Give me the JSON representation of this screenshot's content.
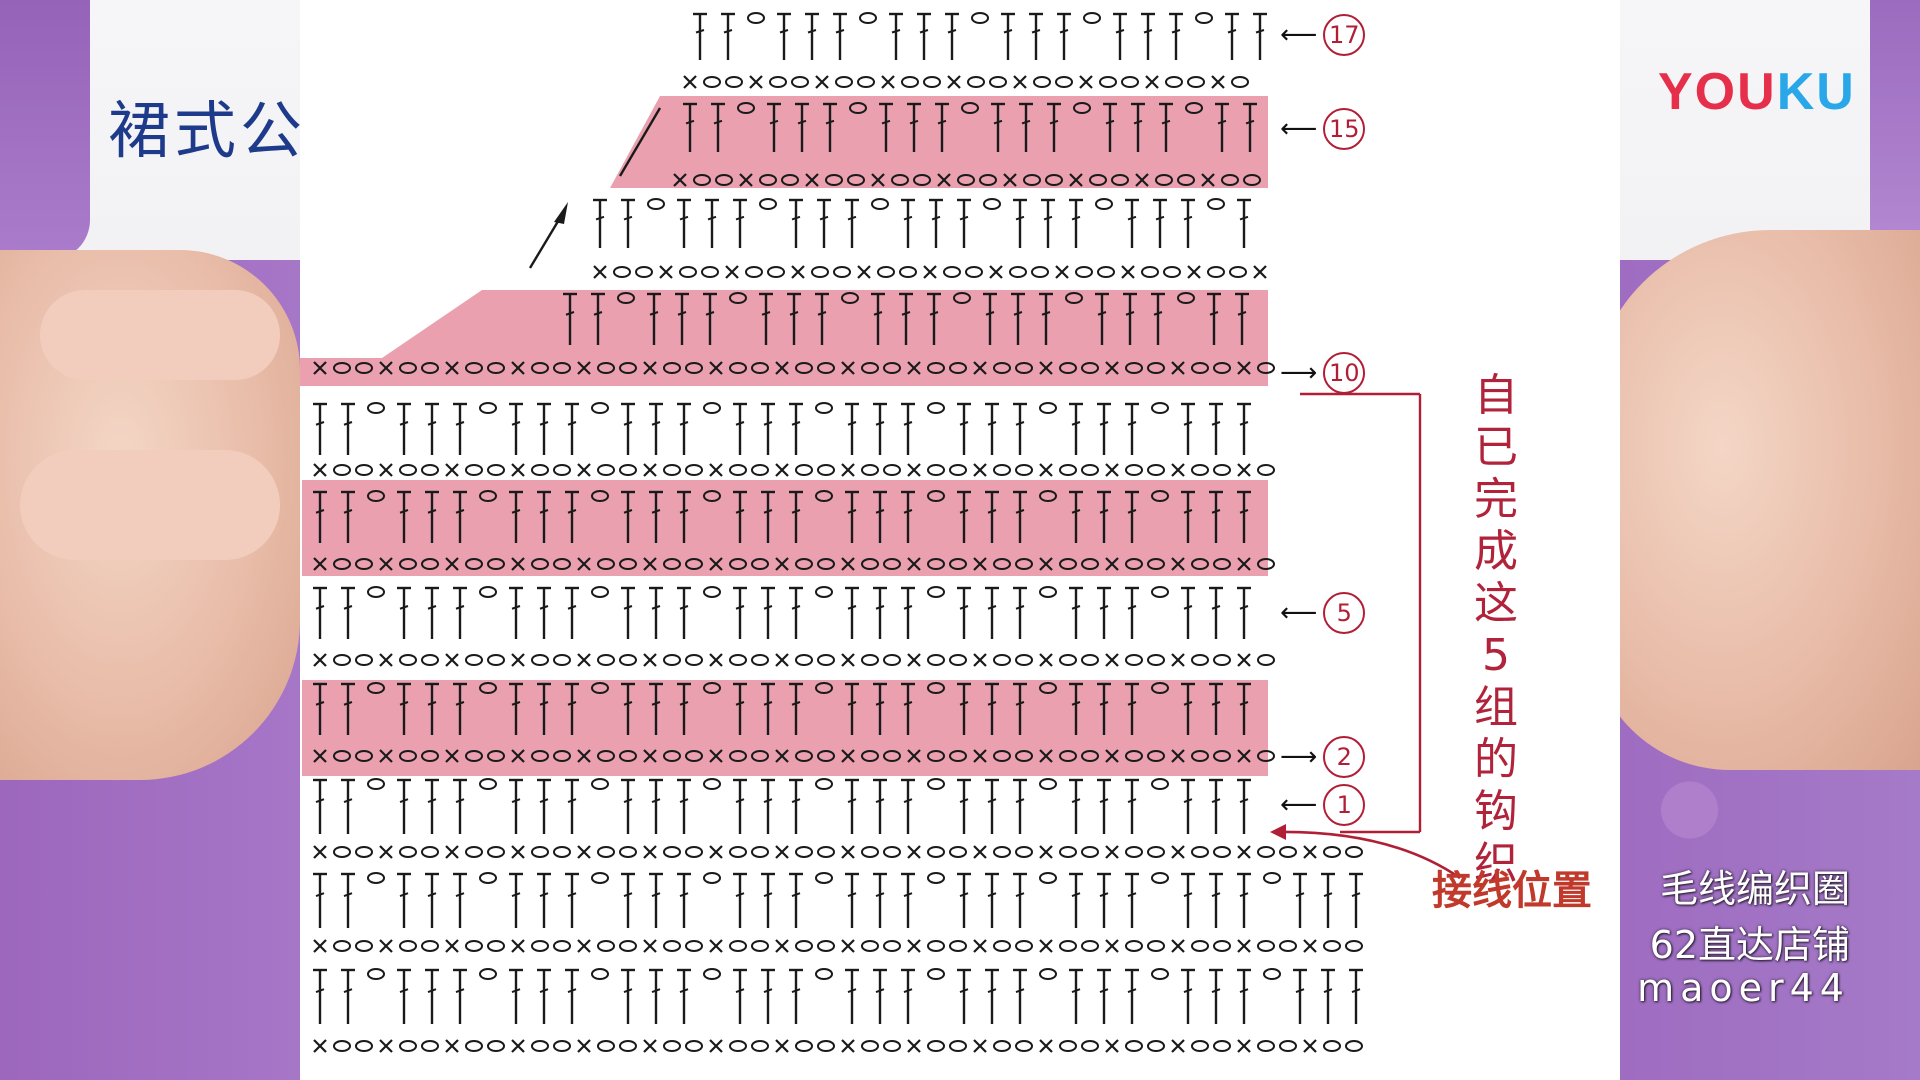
{
  "title": "裙式公",
  "logo": {
    "part1": "YOU",
    "part2": "KU",
    "color_red": "#e6304b",
    "color_blue": "#2aa7e8"
  },
  "instruction_vertical": [
    "自",
    "已",
    "完",
    "成",
    "这",
    "5",
    "组",
    "的",
    "钩",
    "织"
  ],
  "join_label": "接线位置",
  "watermark": {
    "line1": "毛线编织圈",
    "line2": "62直达店铺",
    "line3": "maoer44"
  },
  "row_labels": [
    {
      "number": "17",
      "row": 17
    },
    {
      "number": "15",
      "row": 15
    },
    {
      "number": "10",
      "row": 10
    },
    {
      "number": "5",
      "row": 5
    },
    {
      "number": "2",
      "row": 2
    },
    {
      "number": "1",
      "row": 1
    }
  ],
  "colors": {
    "highlight_pink": "#e88fa2",
    "symbol_ink": "#1a1a1a",
    "annotation_red": "#b11f36",
    "yarn_purple": "#a274c6"
  },
  "highlighted_rows": [
    2,
    6,
    10,
    15
  ],
  "icons": {
    "arrow": "left-arrow-icon",
    "double_crochet": "double-crochet-symbol-icon",
    "chain": "chain-stitch-symbol-icon",
    "single_crochet": "single-crochet-symbol-icon"
  }
}
